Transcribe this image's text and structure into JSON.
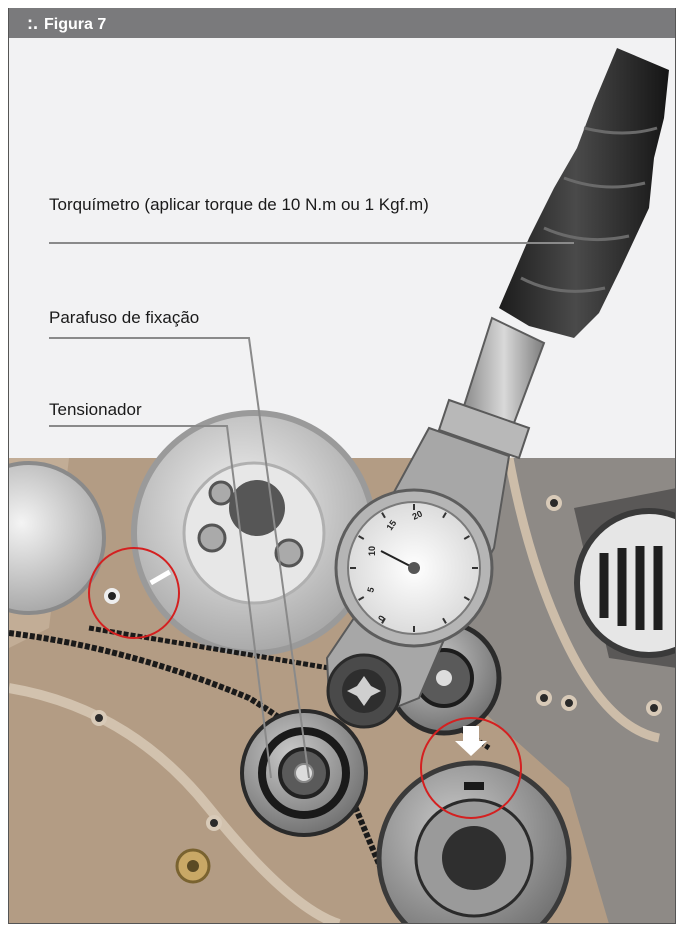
{
  "figure": {
    "marker": ":.",
    "title": "Figura 7"
  },
  "callouts": {
    "torque_wrench": "Torquímetro (aplicar torque de 10 N.m ou 1 Kgf.m)",
    "fixing_bolt": "Parafuso de fixação",
    "tensioner": "Tensionador"
  },
  "gauge": {
    "ticks": [
      "0",
      "5",
      "10",
      "15",
      "20"
    ]
  },
  "colors": {
    "header": "#7a7a7c",
    "engine": "#b89f86",
    "highlight_circle": "#d42020",
    "leader_line": "#888888"
  }
}
